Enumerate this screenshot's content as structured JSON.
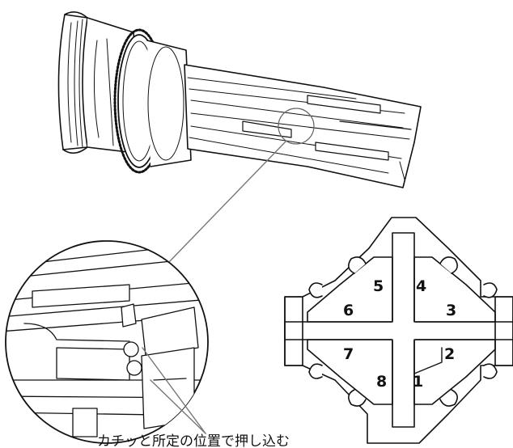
{
  "caption": "カチッと所定の位置で押し込む",
  "slots": [
    {
      "id": "1",
      "label": "1"
    },
    {
      "id": "2",
      "label": "2"
    },
    {
      "id": "3",
      "label": "3"
    },
    {
      "id": "4",
      "label": "4"
    },
    {
      "id": "5",
      "label": "5"
    },
    {
      "id": "6",
      "label": "6"
    },
    {
      "id": "7",
      "label": "7"
    },
    {
      "id": "8",
      "label": "8"
    }
  ],
  "colors": {
    "line": "#111111",
    "leader": "#777777",
    "background": "#ffffff"
  }
}
